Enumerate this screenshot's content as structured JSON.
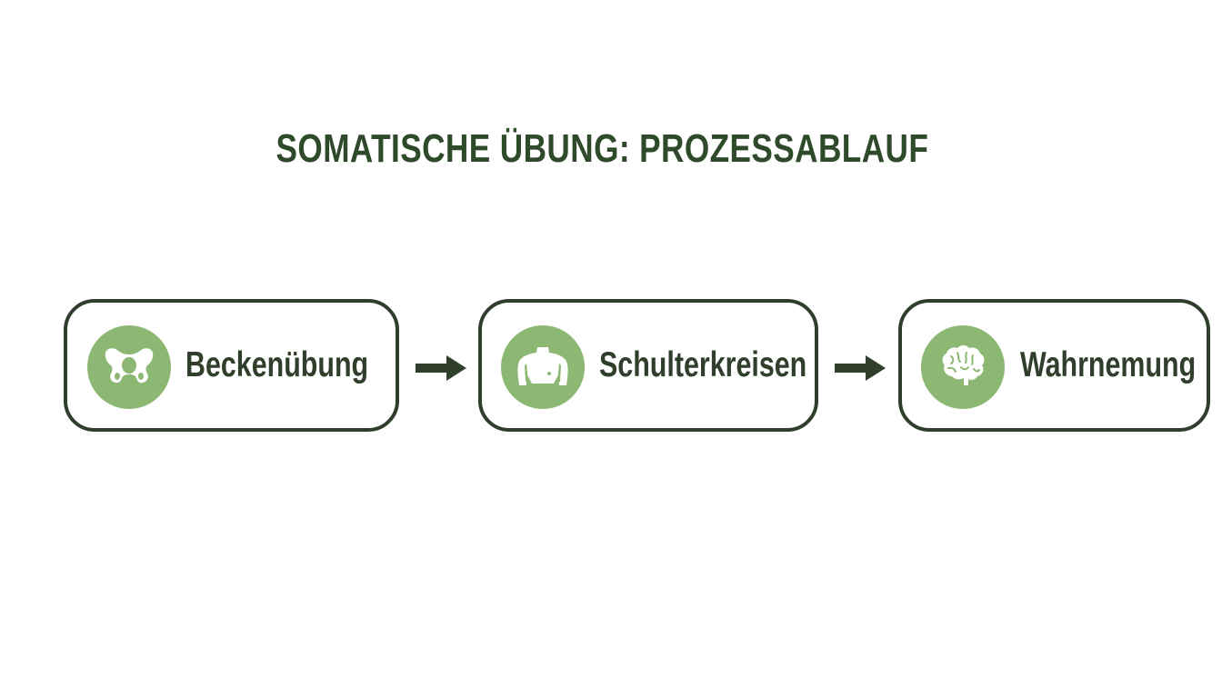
{
  "title": "SOMATISCHE ÜBUNG: PROZESSABLAUF",
  "colors": {
    "title": "#2f4a2b",
    "border": "#2f3f2c",
    "icon_background": "#8db873",
    "icon_foreground": "#ffffff"
  },
  "steps": [
    {
      "label": "Beckenübung",
      "icon": "pelvis-icon"
    },
    {
      "label": "Schulterkreisen",
      "icon": "shoulders-icon"
    },
    {
      "label": "Wahrnemung",
      "icon": "brain-icon"
    }
  ]
}
